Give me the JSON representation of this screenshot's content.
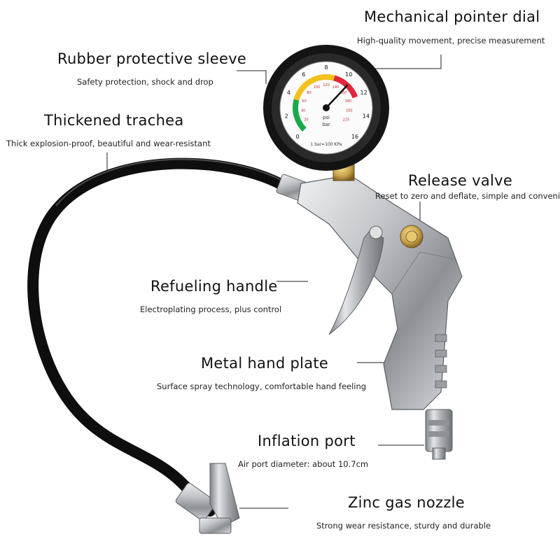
{
  "callouts": [
    {
      "id": "mechanical-pointer-dial",
      "title": "Mechanical pointer dial",
      "desc": "High-quality movement, precise measurement"
    },
    {
      "id": "rubber-protective-sleeve",
      "title": "Rubber protective sleeve",
      "desc": "Safety protection, shock and drop"
    },
    {
      "id": "thickened-trachea",
      "title": "Thickened trachea",
      "desc": "Thick explosion-proof, beautiful and wear-resistant"
    },
    {
      "id": "release-valve",
      "title": "Release valve",
      "desc": "Reset to zero and deflate, simple and convenient"
    },
    {
      "id": "refueling-handle",
      "title": "Refueling handle",
      "desc": "Electroplating process, plus control"
    },
    {
      "id": "metal-hand-plate",
      "title": "Metal hand plate",
      "desc": "Surface spray technology, comfortable hand feeling"
    },
    {
      "id": "inflation-port",
      "title": "Inflation port",
      "desc": "Air port diameter: about 10.7cm"
    },
    {
      "id": "zinc-gas-nozzle",
      "title": "Zinc gas nozzle",
      "desc": "Strong wear resistance, sturdy and durable"
    }
  ],
  "gauge": {
    "outer_scale": [
      "0",
      "2",
      "4",
      "6",
      "8",
      "10",
      "12",
      "14",
      "16"
    ],
    "inner_scale": [
      "20",
      "40",
      "60",
      "80",
      "100",
      "120",
      "140",
      "160",
      "180",
      "200",
      "225"
    ],
    "psi_unit": "psi",
    "bar_unit": "bar",
    "footnote": "1 bar=100 KPa"
  },
  "colors": {
    "hose": "#1a1a1a",
    "rubber": "#141414",
    "chrome": "#b9bcc0",
    "brass": "#c9a24a",
    "green_zone": "#1aa84a",
    "yellow_zone": "#f2c21b",
    "red_zone": "#e0263a"
  }
}
